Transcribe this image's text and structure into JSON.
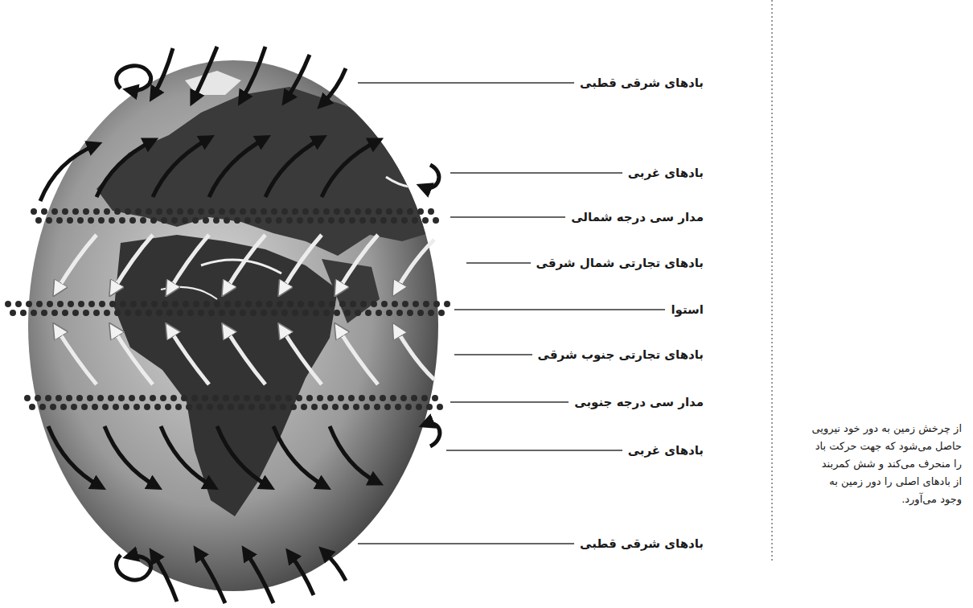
{
  "diagram": {
    "labels": [
      "بادهای شرقی قطبی",
      "بادهای غربی",
      "مدار سی درجه شمالی",
      "بادهای تجارتی شمال شرقی",
      "استوا",
      "بادهای تجارتی جنوب شرقی",
      "مدار سی درجه جنوبی",
      "بادهای غربی",
      "بادهای شرقی قطبی",
      "از چرخش زمین به دور خود نیرویی حاصل می‌شود که جهت حرکت باد را منحرف می‌کند و شش کمربند از بادهای اصلی را دور زمین به وجود می‌آورد."
    ]
  }
}
